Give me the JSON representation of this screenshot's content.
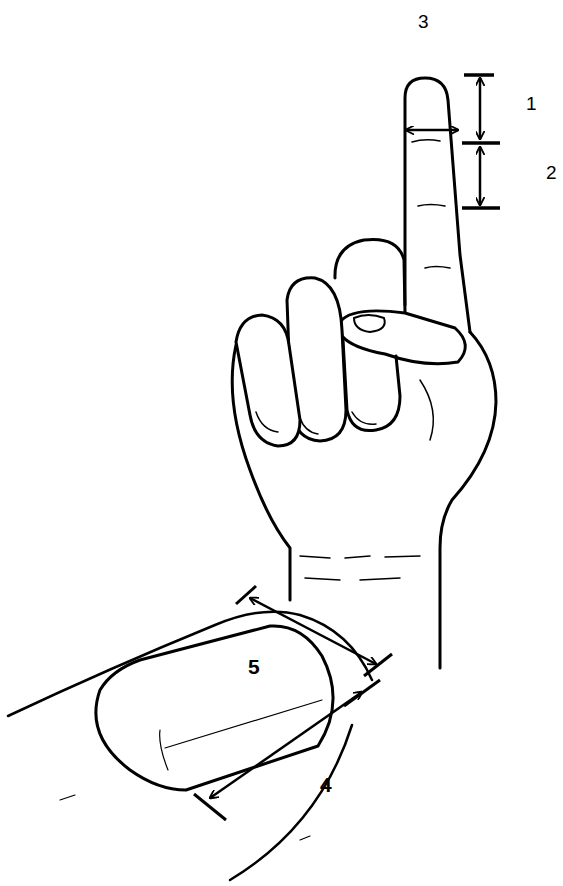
{
  "diagram": {
    "labels": [
      "3",
      "1",
      "2",
      "5",
      "4"
    ]
  }
}
